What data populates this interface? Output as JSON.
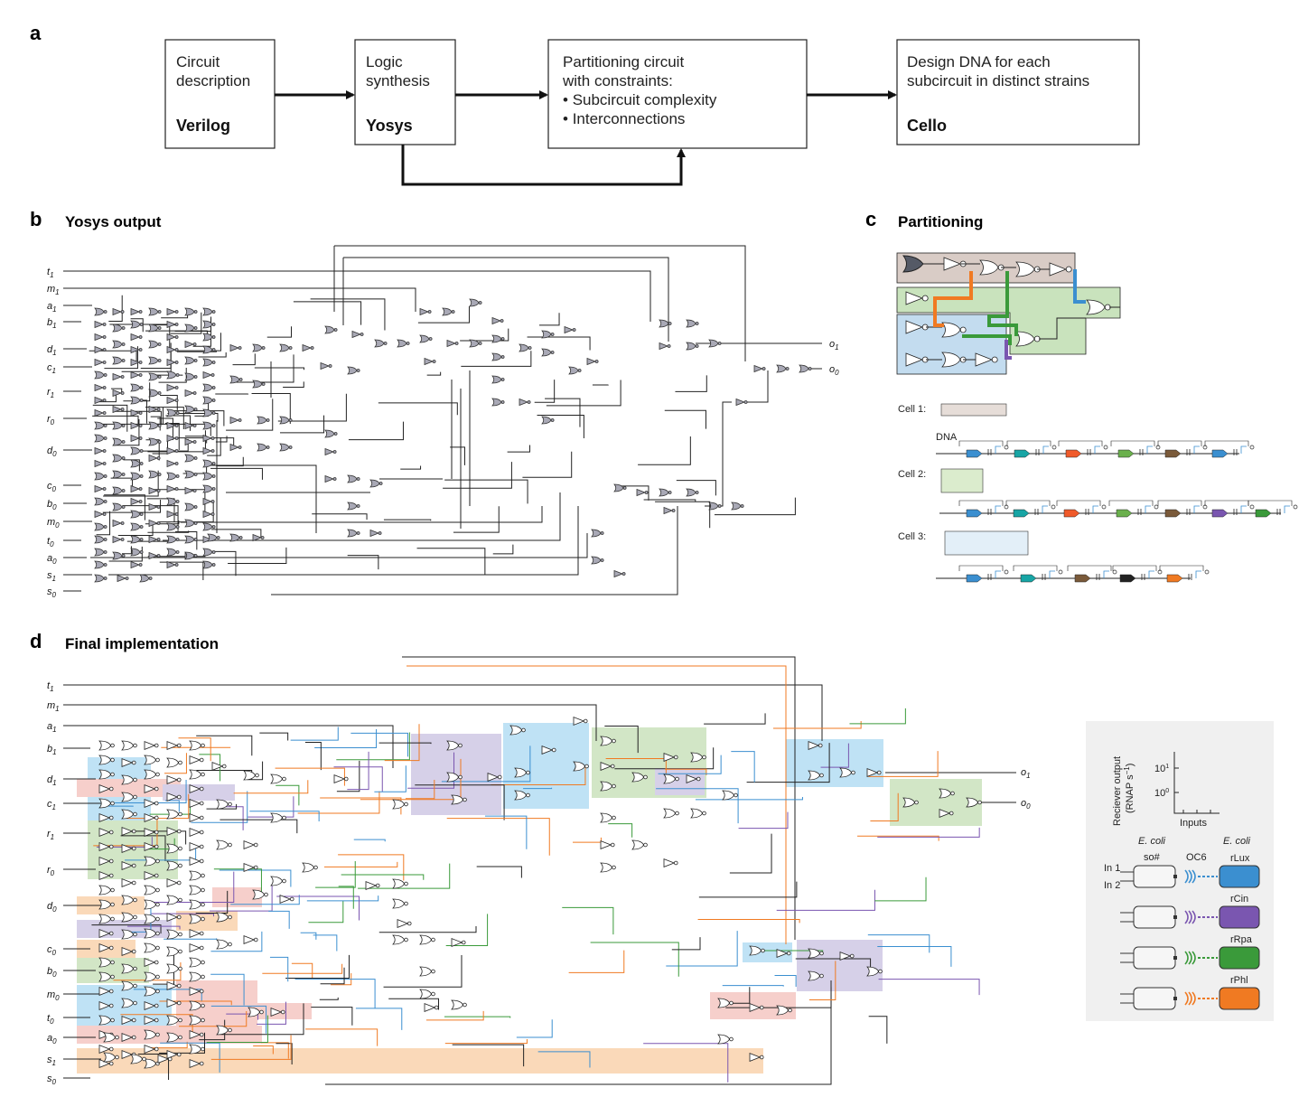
{
  "panel_a": {
    "letter": "a",
    "boxes": [
      {
        "line1": "Circuit",
        "line2": "description",
        "tool": "Verilog"
      },
      {
        "line1": "Logic",
        "line2": "synthesis",
        "tool": "Yosys"
      },
      {
        "line1": "Partitioning circuit",
        "line2": "with constraints:",
        "bullet1": "Subcircuit complexity",
        "bullet2": "Interconnections"
      },
      {
        "line1": "Design DNA for each",
        "line2": "subcircuit in distinct strains",
        "tool": "Cello"
      }
    ]
  },
  "panel_b": {
    "letter": "b",
    "title": "Yosys output",
    "inputs": [
      {
        "base": "t",
        "sub": "1"
      },
      {
        "base": "m",
        "sub": "1"
      },
      {
        "base": "a",
        "sub": "1"
      },
      {
        "base": "b",
        "sub": "1"
      },
      {
        "base": "d",
        "sub": "1"
      },
      {
        "base": "c",
        "sub": "1"
      },
      {
        "base": "r",
        "sub": "1"
      },
      {
        "base": "r",
        "sub": "0"
      },
      {
        "base": "d",
        "sub": "0"
      },
      {
        "base": "c",
        "sub": "0"
      },
      {
        "base": "b",
        "sub": "0"
      },
      {
        "base": "m",
        "sub": "0"
      },
      {
        "base": "t",
        "sub": "0"
      },
      {
        "base": "a",
        "sub": "0"
      },
      {
        "base": "s",
        "sub": "1"
      },
      {
        "base": "s",
        "sub": "0"
      }
    ],
    "outputs": [
      {
        "base": "o",
        "sub": "1"
      },
      {
        "base": "o",
        "sub": "0"
      }
    ]
  },
  "panel_c": {
    "letter": "c",
    "title": "Partitioning",
    "cells": [
      {
        "label": "Cell 1:",
        "dna_label": "DNA"
      },
      {
        "label": "Cell 2:"
      },
      {
        "label": "Cell 3:"
      }
    ],
    "colors": {
      "cell1": "#d9ccc6",
      "cell2": "#c9e3bd",
      "cell3": "#c3dcef",
      "orange": "#f07a22",
      "green": "#3a9a3a",
      "blue": "#3b8fd0",
      "purple": "#7a56b0"
    }
  },
  "panel_d": {
    "letter": "d",
    "title": "Final implementation",
    "outputs": [
      {
        "base": "o",
        "sub": "1"
      },
      {
        "base": "o",
        "sub": "0"
      }
    ],
    "legend": {
      "ylabel_line1": "Reciever output",
      "ylabel_line2": "(RNAP s",
      "ylabel_sup": "−1",
      "ylabel_close": ")",
      "tick_high_base": "10",
      "tick_high_exp": "1",
      "tick_low_base": "10",
      "tick_low_exp": "0",
      "xlabel": "Inputs",
      "sender_org": "E. coli",
      "sender_name": "so#",
      "receiver_org": "E. coli",
      "in1": "In 1",
      "in2": "In 2",
      "signal": "OC6",
      "receivers": [
        {
          "name": "rLux",
          "color": "#3b8fd0"
        },
        {
          "name": "rCin",
          "color": "#7a56b0"
        },
        {
          "name": "rRpa",
          "color": "#3a9a3a"
        },
        {
          "name": "rPhl",
          "color": "#f07a22"
        }
      ]
    },
    "region_colors": {
      "blue": "#bfe2f5",
      "purple": "#d6d0e8",
      "green": "#d2e6c6",
      "red": "#f6cfcb",
      "orange": "#fad9b9"
    }
  }
}
